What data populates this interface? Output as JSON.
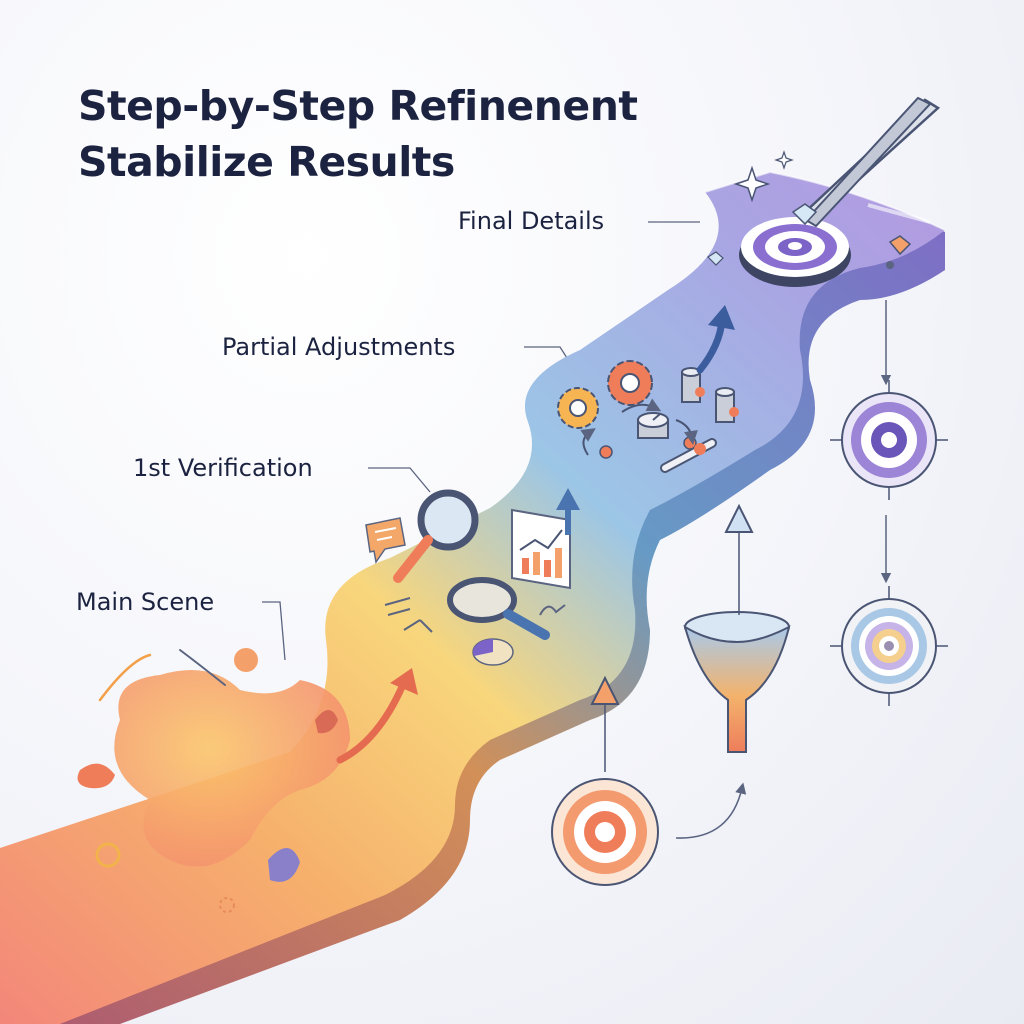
{
  "title": {
    "line1": "Step-by-Step Refinenent",
    "line2": "Stabilize Results"
  },
  "stages": [
    {
      "id": "final",
      "label": "Final Details"
    },
    {
      "id": "partial",
      "label": "Partial Adjustments"
    },
    {
      "id": "verify",
      "label": "1st Verification"
    },
    {
      "id": "main",
      "label": "Main Scene"
    }
  ],
  "colors": {
    "title": "#1c2340",
    "path_start": "#f3877a",
    "path_mid": "#f8d67c",
    "path_blue": "#9cc6e6",
    "path_end": "#b39ae0",
    "target_purple": "#7b63c7",
    "target_orange": "#ef7d5a"
  },
  "icons": [
    "tweezers-icon",
    "diamond-icon",
    "sparkle-icon",
    "bullseye-target-icon",
    "gear-icon",
    "cylinder-icon",
    "dial-knob-icon",
    "magnifier-icon",
    "bar-chart-icon",
    "pie-chart-icon",
    "speech-bubble-icon",
    "funnel-icon",
    "up-arrow-icon",
    "crosshair-target-icon",
    "paint-blob-icon"
  ]
}
